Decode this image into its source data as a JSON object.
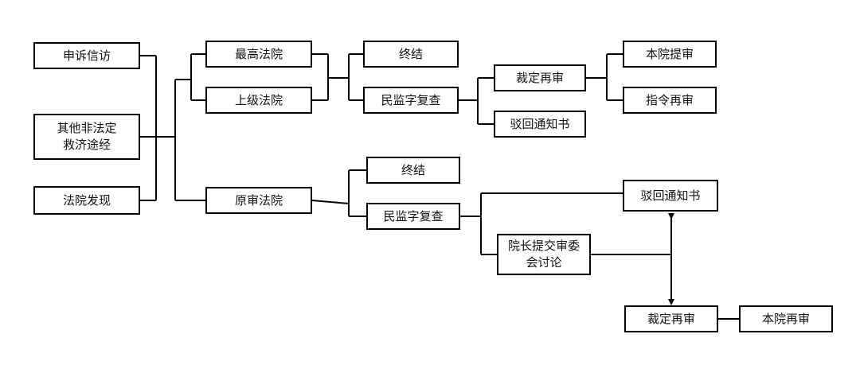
{
  "diagram": {
    "sources": {
      "petition": "申诉信访",
      "other_remedy": [
        "其他非法定",
        "救济途经"
      ],
      "court_found": "法院发现"
    },
    "courts": {
      "supreme": "最高法院",
      "superior": "上级法院",
      "original": "原审法院"
    },
    "upper_branch": {
      "terminate": "终结",
      "civil_review": "民监字复查",
      "ruling_retrial": "裁定再审",
      "reject_notice": "驳回通知书",
      "this_court_retrial": "本院提审",
      "order_retrial": "指令再审"
    },
    "lower_branch": {
      "terminate": "终结",
      "civil_review": "民监字复查",
      "reject_notice": "驳回通知书",
      "president_committee": [
        "院长提交审委",
        "会讨论"
      ],
      "ruling_retrial": "裁定再审",
      "this_court_retrial": "本院再审"
    }
  }
}
